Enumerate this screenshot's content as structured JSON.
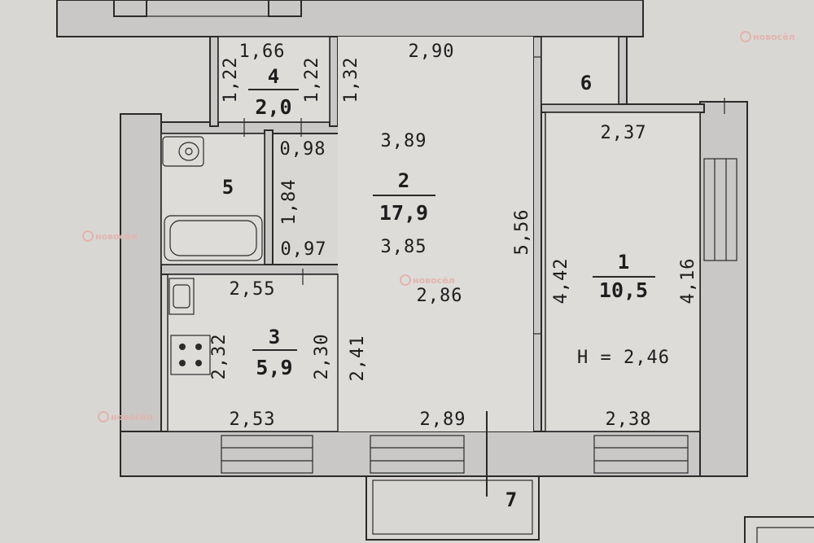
{
  "rooms": [
    {
      "number": "1",
      "area": "10,5"
    },
    {
      "number": "2",
      "area": "17,9"
    },
    {
      "number": "3",
      "area": "5,9"
    },
    {
      "number": "4",
      "area": "2,0"
    },
    {
      "number": "5"
    },
    {
      "number": "6"
    },
    {
      "number": "7"
    }
  ],
  "dimensions": {
    "r4_top": "1,66",
    "r4_left": "1,22",
    "r4_right": "1,22",
    "r4_side": "1,32",
    "r2_top": "2,90",
    "r2_upper": "3,89",
    "r2_mid": "3,85",
    "r2_lower": "2,86",
    "r2_bottom": "2,89",
    "r2_height": "5,56",
    "r2_left": "2,41",
    "r5_a": "0,98",
    "r5_side": "1,84",
    "r5_b": "0,97",
    "r3_top": "2,55",
    "r3_left": "2,32",
    "r3_right": "2,30",
    "r3_bottom": "2,53",
    "r1_top": "2,37",
    "r1_left": "4,42",
    "r1_right": "4,16",
    "r1_bottom": "2,38"
  },
  "ceiling_height": "H = 2,46",
  "watermark": "новосёл"
}
